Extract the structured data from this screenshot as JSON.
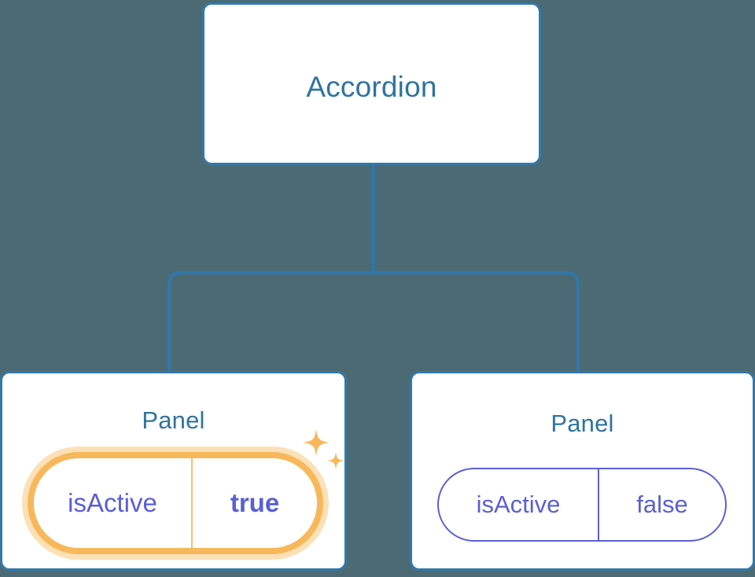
{
  "diagram": {
    "type": "component-tree",
    "background_color": "#4c6a73",
    "node_border_color": "#3379a9",
    "node_title_color": "#2e74a0",
    "connector_color": "#2d78ad",
    "highlight_color": "#f7b85c",
    "highlight_glow_color": "#fce0b6",
    "prop_text_color": "#5b5fd4"
  },
  "root": {
    "title": "Accordion"
  },
  "children": [
    {
      "title": "Panel",
      "highlighted": true,
      "prop": {
        "key": "isActive",
        "value": "true",
        "value_bold": true
      },
      "sparkles": [
        "sparkle-large-icon",
        "sparkle-small-icon"
      ]
    },
    {
      "title": "Panel",
      "highlighted": false,
      "prop": {
        "key": "isActive",
        "value": "false",
        "value_bold": false
      }
    }
  ]
}
